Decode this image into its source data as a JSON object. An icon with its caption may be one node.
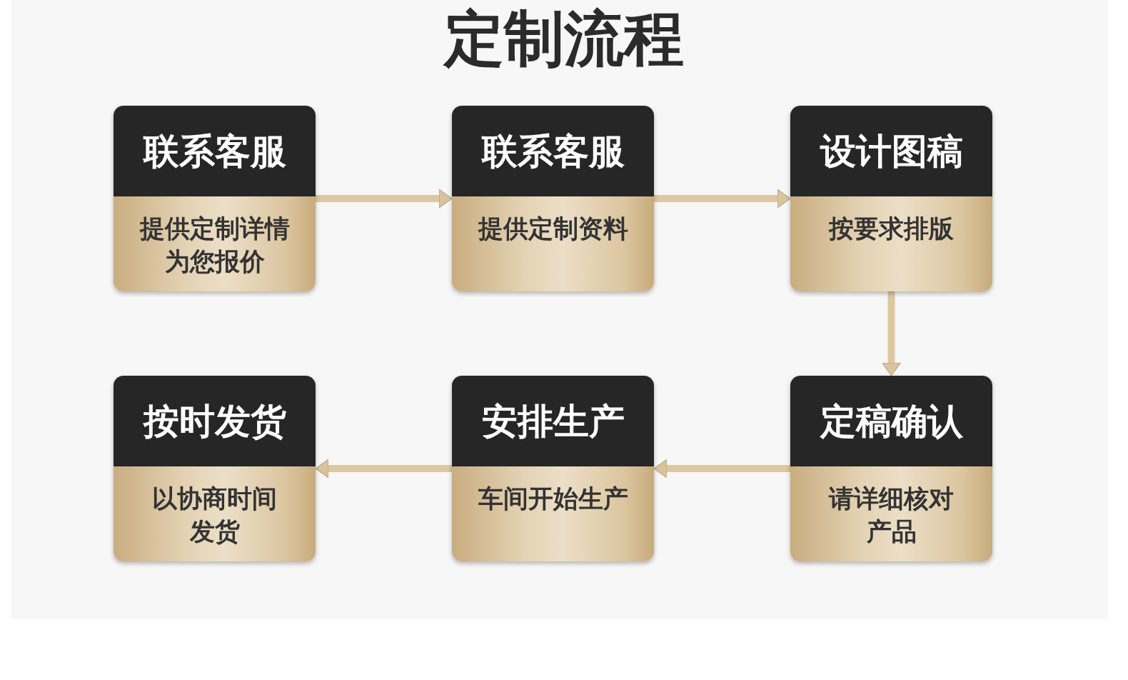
{
  "diagram": {
    "title": "定制流程",
    "nodes": [
      {
        "text": [
          "联系客服",
          "提供定制详情为您报价"
        ]
      },
      {
        "text": [
          "联系客服",
          "提供定制资料"
        ]
      },
      {
        "text": [
          "设计图稿",
          "按要求排版"
        ]
      },
      {
        "text": [
          "按时发货",
          "以协商时间发货"
        ]
      },
      {
        "text": [
          "安排生产",
          "车间开始生产"
        ]
      },
      {
        "text": [
          "定稿确认",
          "请详细核对产品"
        ]
      }
    ],
    "edges": [
      {
        "from": 0,
        "to": 1,
        "arrow": "to"
      },
      {
        "from": 1,
        "to": 2,
        "arrow": "to"
      },
      {
        "from": 2,
        "to": 5,
        "arrow": "to"
      },
      {
        "from": 5,
        "to": 4,
        "arrow": "to"
      },
      {
        "from": 4,
        "to": 3,
        "arrow": "to"
      }
    ]
  }
}
